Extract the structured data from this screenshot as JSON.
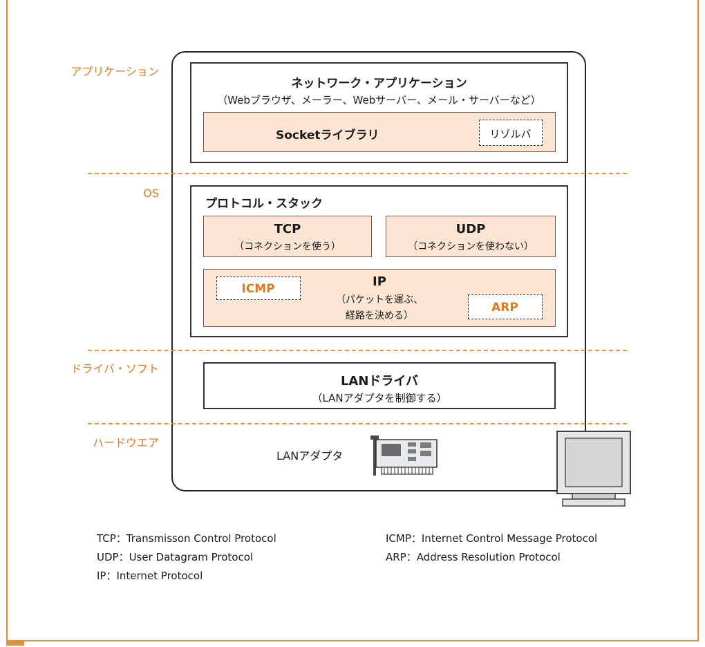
{
  "layers": {
    "application": "アプリケーション",
    "os": "OS",
    "driver": "ドライバ・ソフト",
    "hardware": "ハードウエア"
  },
  "network_app": {
    "title": "ネットワーク・アプリケーション",
    "examples": "（Webブラウザ、メーラー、Webサーバー、メール・サーバーなど）"
  },
  "socket": {
    "label": "Socketライブラリ",
    "resolver": "リゾルバ"
  },
  "protocol_stack": {
    "title": "プロトコル・スタック",
    "tcp": {
      "name": "TCP",
      "desc": "（コネクションを使う）"
    },
    "udp": {
      "name": "UDP",
      "desc": "（コネクションを使わない）"
    },
    "ip": {
      "name": "IP",
      "desc_line1": "（パケットを運ぶ、",
      "desc_line2": "経路を決める）"
    },
    "icmp": "ICMP",
    "arp": "ARP"
  },
  "lan_driver": {
    "title": "LANドライバ",
    "desc": "（LANアダプタを制御する）"
  },
  "hardware": {
    "adapter_label": "LANアダプタ",
    "adapter_icon": "network-card-icon",
    "computer_icon": "monitor-icon"
  },
  "legend": {
    "left": [
      "TCP：Transmisson Control Protocol",
      "UDP：User Datagram Protocol",
      "IP：Internet Protocol"
    ],
    "right": [
      "ICMP：Internet Control Message Protocol",
      "ARP：Address Resolution Protocol"
    ]
  },
  "colors": {
    "accent": "#e07a1f",
    "peach": "#fce5d2",
    "frame": "#e0913a"
  }
}
